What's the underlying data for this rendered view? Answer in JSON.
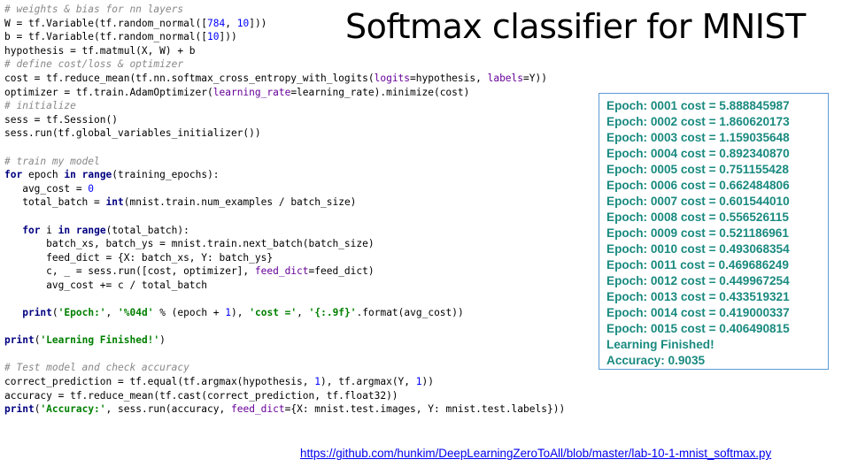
{
  "slide": {
    "title": "Softmax classifier for MNIST",
    "link": "https://github.com/hunkim/DeepLearningZeroToAll/blob/master/lab-10-1-mnist_softmax.py"
  },
  "colors": {
    "comment": "#888888",
    "keyword": "#000080",
    "string": "#008000",
    "number": "#0000ff",
    "kwarg": "#660099",
    "output_text": "#1a8a80",
    "output_border": "#5b9bd5",
    "link": "#0000ee"
  },
  "code_lines": [
    [
      {
        "t": "# weights & bias for nn layers",
        "c": "comment"
      }
    ],
    [
      {
        "t": "W = tf.Variable(tf.random_normal([",
        "c": ""
      },
      {
        "t": "784",
        "c": "num"
      },
      {
        "t": ", ",
        "c": ""
      },
      {
        "t": "10",
        "c": "num"
      },
      {
        "t": "]))",
        "c": ""
      }
    ],
    [
      {
        "t": "b = tf.Variable(tf.random_normal([",
        "c": ""
      },
      {
        "t": "10",
        "c": "num"
      },
      {
        "t": "]))",
        "c": ""
      }
    ],
    [
      {
        "t": "hypothesis = tf.matmul(X, W) + b",
        "c": ""
      }
    ],
    [
      {
        "t": "# define cost/loss & optimizer",
        "c": "comment"
      }
    ],
    [
      {
        "t": "cost = tf.reduce_mean(tf.nn.softmax_cross_entropy_with_logits(",
        "c": ""
      },
      {
        "t": "logits",
        "c": "kwarg"
      },
      {
        "t": "=hypothesis, ",
        "c": ""
      },
      {
        "t": "labels",
        "c": "kwarg"
      },
      {
        "t": "=Y))",
        "c": ""
      }
    ],
    [
      {
        "t": "optimizer = tf.train.AdamOptimizer(",
        "c": ""
      },
      {
        "t": "learning_rate",
        "c": "kwarg"
      },
      {
        "t": "=learning_rate).minimize(cost)",
        "c": ""
      }
    ],
    [
      {
        "t": "# initialize",
        "c": "comment"
      }
    ],
    [
      {
        "t": "sess = tf.Session()",
        "c": ""
      }
    ],
    [
      {
        "t": "sess.run(tf.global_variables_initializer())",
        "c": ""
      }
    ],
    [],
    [
      {
        "t": "# train my model",
        "c": "comment"
      }
    ],
    [
      {
        "t": "for",
        "c": "kw"
      },
      {
        "t": " epoch ",
        "c": ""
      },
      {
        "t": "in",
        "c": "kw"
      },
      {
        "t": " ",
        "c": ""
      },
      {
        "t": "range",
        "c": "kw"
      },
      {
        "t": "(training_epochs):",
        "c": ""
      }
    ],
    [
      {
        "t": "   avg_cost = ",
        "c": ""
      },
      {
        "t": "0",
        "c": "num"
      }
    ],
    [
      {
        "t": "   total_batch = ",
        "c": ""
      },
      {
        "t": "int",
        "c": "kw"
      },
      {
        "t": "(mnist.train.num_examples / batch_size)",
        "c": ""
      }
    ],
    [],
    [
      {
        "t": "   ",
        "c": ""
      },
      {
        "t": "for",
        "c": "kw"
      },
      {
        "t": " i ",
        "c": ""
      },
      {
        "t": "in",
        "c": "kw"
      },
      {
        "t": " ",
        "c": ""
      },
      {
        "t": "range",
        "c": "kw"
      },
      {
        "t": "(total_batch):",
        "c": ""
      }
    ],
    [
      {
        "t": "       batch_xs, batch_ys = mnist.train.next_batch(batch_size)",
        "c": ""
      }
    ],
    [
      {
        "t": "       feed_dict = {X: batch_xs, Y: batch_ys}",
        "c": ""
      }
    ],
    [
      {
        "t": "       c, _ = sess.run([cost, optimizer], ",
        "c": ""
      },
      {
        "t": "feed_dict",
        "c": "kwarg"
      },
      {
        "t": "=feed_dict)",
        "c": ""
      }
    ],
    [
      {
        "t": "       avg_cost += c / total_batch",
        "c": ""
      }
    ],
    [],
    [
      {
        "t": "   ",
        "c": ""
      },
      {
        "t": "print",
        "c": "kw"
      },
      {
        "t": "(",
        "c": ""
      },
      {
        "t": "'Epoch:'",
        "c": "str"
      },
      {
        "t": ", ",
        "c": ""
      },
      {
        "t": "'%04d'",
        "c": "str"
      },
      {
        "t": " % (epoch + ",
        "c": ""
      },
      {
        "t": "1",
        "c": "num"
      },
      {
        "t": "), ",
        "c": ""
      },
      {
        "t": "'cost ='",
        "c": "str"
      },
      {
        "t": ", ",
        "c": ""
      },
      {
        "t": "'{:.9f}'",
        "c": "str"
      },
      {
        "t": ".format(avg_cost))",
        "c": ""
      }
    ],
    [],
    [
      {
        "t": "print",
        "c": "kw"
      },
      {
        "t": "(",
        "c": ""
      },
      {
        "t": "'Learning Finished!'",
        "c": "str"
      },
      {
        "t": ")",
        "c": ""
      }
    ],
    [],
    [
      {
        "t": "# Test model and check accuracy",
        "c": "comment"
      }
    ],
    [
      {
        "t": "correct_prediction = tf.equal(tf.argmax(hypothesis, ",
        "c": ""
      },
      {
        "t": "1",
        "c": "num"
      },
      {
        "t": "), tf.argmax(Y, ",
        "c": ""
      },
      {
        "t": "1",
        "c": "num"
      },
      {
        "t": "))",
        "c": ""
      }
    ],
    [
      {
        "t": "accuracy = tf.reduce_mean(tf.cast(correct_prediction, tf.float32))",
        "c": ""
      }
    ],
    [
      {
        "t": "print",
        "c": "kw"
      },
      {
        "t": "(",
        "c": ""
      },
      {
        "t": "'Accuracy:'",
        "c": "str"
      },
      {
        "t": ", sess.run(accuracy, ",
        "c": ""
      },
      {
        "t": "feed_dict",
        "c": "kwarg"
      },
      {
        "t": "={X: mnist.test.images, Y: mnist.test.labels}))",
        "c": ""
      }
    ]
  ],
  "output_lines": [
    "Epoch: 0001 cost = 5.888845987",
    "Epoch: 0002 cost = 1.860620173",
    "Epoch: 0003 cost = 1.159035648",
    "Epoch: 0004 cost = 0.892340870",
    "Epoch: 0005 cost = 0.751155428",
    "Epoch: 0006 cost = 0.662484806",
    "Epoch: 0007 cost = 0.601544010",
    "Epoch: 0008 cost = 0.556526115",
    "Epoch: 0009 cost = 0.521186961",
    "Epoch: 0010 cost = 0.493068354",
    "Epoch: 0011 cost = 0.469686249",
    "Epoch: 0012 cost = 0.449967254",
    "Epoch: 0013 cost = 0.433519321",
    "Epoch: 0014 cost = 0.419000337",
    "Epoch: 0015 cost = 0.406490815",
    "Learning Finished!",
    "Accuracy: 0.9035"
  ]
}
